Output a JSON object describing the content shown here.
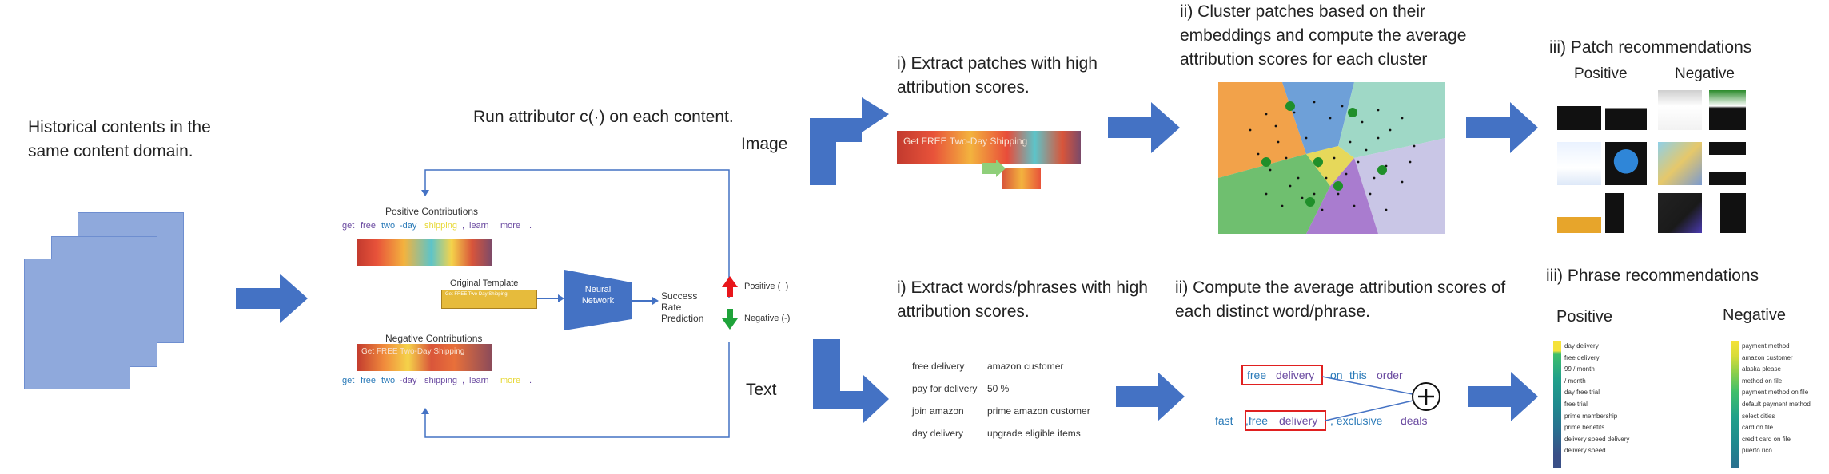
{
  "historical": {
    "text": "Historical contents in the same content domain."
  },
  "run_attributor": {
    "text": "Run attributor c(·) on each content."
  },
  "modality": {
    "image": "Image",
    "text": "Text"
  },
  "template": {
    "positive_title": "Positive Contributions",
    "negative_title": "Negative Contributions",
    "tokens": [
      "get",
      "free",
      "two",
      "-day",
      "shipping",
      ",",
      "learn",
      "more",
      "."
    ],
    "original_title": "Original Template",
    "banner_text": "Get FREE Two-Day Shipping",
    "network": "Neural Network",
    "success": "Success Rate Prediction",
    "positive_label": "Positive (+)",
    "negative_label": "Negative (-)"
  },
  "image_pipeline": {
    "step1": "i) Extract patches with high attribution scores.",
    "patch_text": "Get FREE Two-Day Shipping",
    "step2": "ii) Cluster patches based on their embeddings and compute the average attribution scores for each cluster",
    "step3": "iii) Patch recommendations",
    "positive": "Positive",
    "negative": "Negative"
  },
  "text_pipeline": {
    "step1": "i) Extract words/phrases with high attribution scores.",
    "table": [
      [
        "free delivery",
        "amazon customer"
      ],
      [
        "pay for delivery",
        "50 %"
      ],
      [
        "join amazon",
        "prime amazon customer"
      ],
      [
        "day delivery",
        "upgrade eligible items"
      ]
    ],
    "step2": "ii) Compute the average attribution scores of each distinct word/phrase.",
    "row1": [
      "free",
      "delivery",
      "on",
      "this",
      "order"
    ],
    "row2": [
      "fast",
      ",free",
      "delivery",
      ", exclusive",
      "deals"
    ],
    "step3": "iii) Phrase recommendations",
    "positive": "Positive",
    "negative": "Negative",
    "positive_phrases": [
      "day delivery",
      "free delivery",
      "99 / month",
      "/ month",
      "day free trial",
      "free trial",
      "prime membership",
      "prime benefits",
      "delivery speed delivery",
      "delivery speed"
    ],
    "negative_phrases": [
      "payment method",
      "amazon customer",
      "alaska please",
      "method on file",
      "payment method on file",
      "default payment method",
      "select cities",
      "card on file",
      "credit card on file",
      "puerto rico"
    ]
  },
  "colors": {
    "arrow": "#4472c4",
    "doc": "#8fa9dc",
    "highlight_box": "#e02020",
    "positive_up": "#e8161b",
    "negative_down": "#1fa33a"
  }
}
